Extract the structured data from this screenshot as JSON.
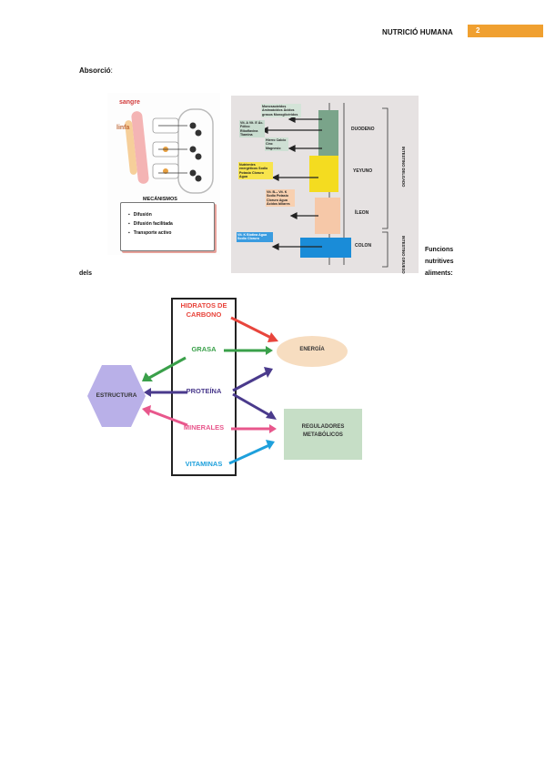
{
  "header": {
    "title": "NUTRICIÓ HUMANA",
    "page_number": "2",
    "badge_color": "#f0a030"
  },
  "absorcio": {
    "title": "Absorció",
    "colon": ":",
    "mechanisms_panel": {
      "sangre_label": "sangre",
      "linfa_label": "linfa",
      "box_title": "MECÁNISMOS",
      "items": [
        "Difusión",
        "Difusión facilitada",
        "Transporte activo"
      ]
    },
    "intestine_panel": {
      "segments": [
        "DUODENO",
        "YEYUNO",
        "ÍLEON",
        "COLON"
      ],
      "side_labels": [
        "INTESTINO DELGADO",
        "INTESTINO GRUESO"
      ],
      "boxes": {
        "duodeno_sugars": "Monosacáridos Aminoácidos Ácidos grasos Monoglicéridos",
        "duodeno_vitamins": "Vit. A Vit. E Ác. Fólico Riboflavina Tiamina",
        "duodeno_minerals": "Hierro Calcio Cinc Magnesio",
        "yeyuno": "Nutrientes energéticos Sodio Potasio Cloruro Agua",
        "ileon": "Vit. B₁₂ Vit. K Sodio Potasio Cloruro Agua Ácidos biliares",
        "colon": "Vit. K Biotina Agua Sodio Cloruro"
      }
    }
  },
  "funcions_text": {
    "word1": "Funcions",
    "word2": "nutritives",
    "word3": "dels",
    "word4": "aliments:"
  },
  "functions_diagram": {
    "nutrients": [
      "HIDRATOS DE CARBONO",
      "GRASA",
      "PROTEÍNA",
      "MINERALES",
      "VITAMINAS"
    ],
    "nutrient_colors": [
      "#e8453c",
      "#3aa04a",
      "#4a3a8c",
      "#e8578c",
      "#1ea0dc"
    ],
    "outputs": {
      "energia": "ENERGÍA",
      "estructura": "ESTRUCTURA",
      "reguladores": "REGULADORES METABÓLICOS"
    }
  }
}
